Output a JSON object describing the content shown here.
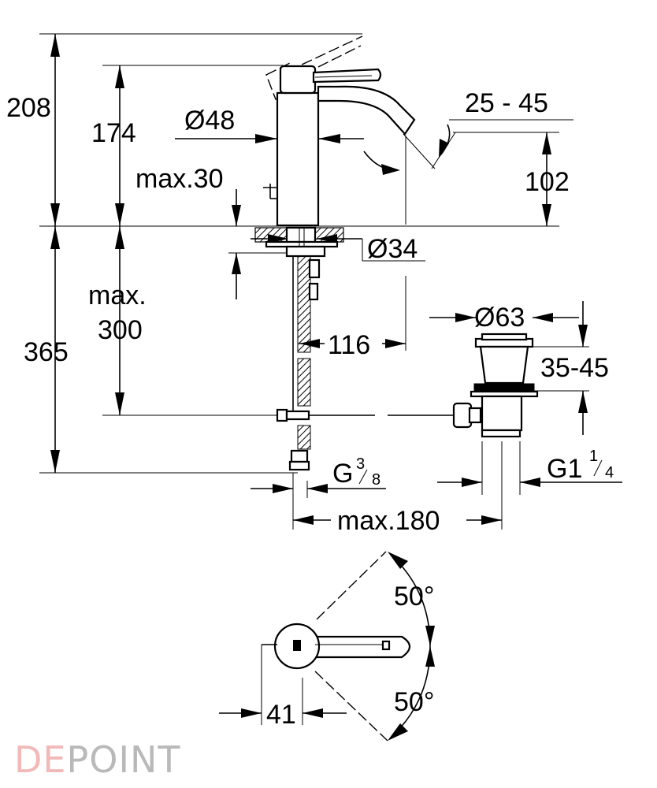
{
  "dimensions": {
    "d208": "208",
    "d174": "174",
    "d48": "Ø48",
    "d25_45": "25 - 45",
    "d102": "102",
    "dmax30": "max.30",
    "d34": "Ø34",
    "dmax": "max.",
    "d300": "300",
    "d365": "365",
    "d116": "116",
    "d63": "Ø63",
    "d35_45": "35-45",
    "g38_main": "G",
    "g38_num": "3",
    "g38_den": "8",
    "g114_main": "G1",
    "g114_num": "1",
    "g114_den": "4",
    "dmax180": "max.180",
    "a50_top": "50°",
    "a50_bottom": "50°",
    "d41": "41"
  },
  "watermark": {
    "prefix": "DE",
    "suffix": "POINT",
    "prefix_color": "#f2b9b9",
    "suffix_color": "#b9b9b9"
  }
}
